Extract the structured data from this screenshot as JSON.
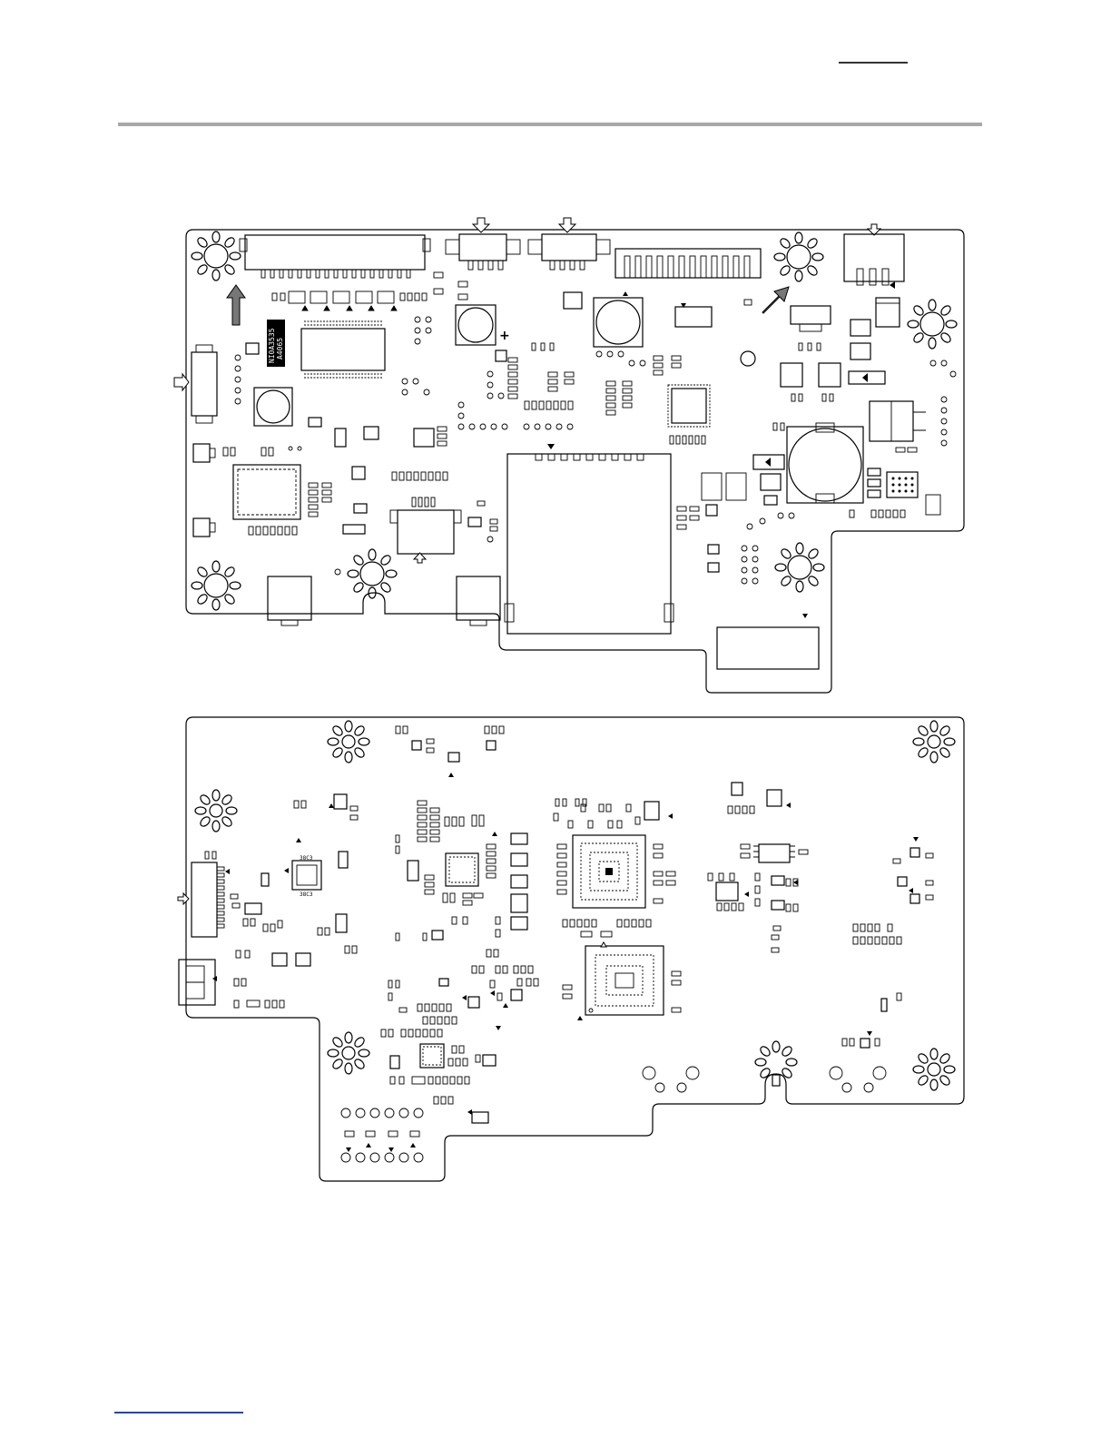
{
  "colors": {
    "ink": "#000000",
    "rule": "#a8a8a8",
    "link_underline": "#1f3fd6",
    "arrow_fill": "#777777"
  },
  "boards": [
    {
      "name": "board-top-side"
    },
    {
      "name": "board-bottom-side"
    }
  ],
  "labels": {
    "silk_vertical_1": "NI0A3535",
    "silk_vertical_2": "A4065",
    "ic_marking_1": "38C3",
    "ic_marking_2": "38C3"
  }
}
